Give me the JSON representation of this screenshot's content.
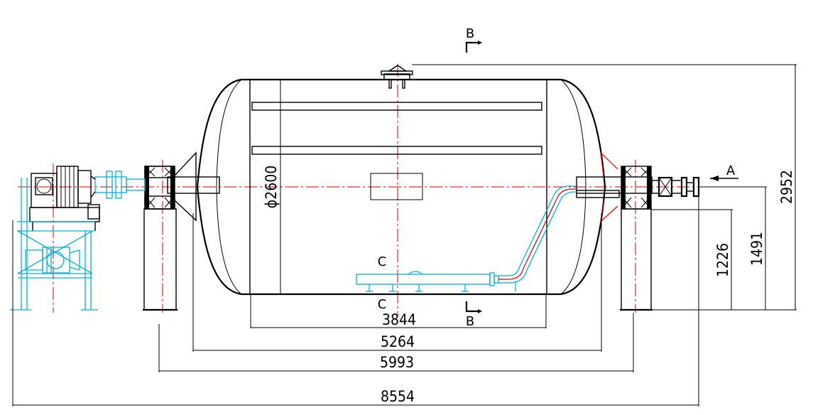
{
  "dimensions": {
    "inner_length": "3844",
    "shell_length": "5264",
    "support_span": "5993",
    "overall_length": "8554",
    "diameter": "ϕ2600",
    "axis_height": "1226",
    "motor_height": "1491",
    "total_height": "2952"
  },
  "section_labels": {
    "b_top": "B",
    "b_bottom": "B",
    "a": "A",
    "c_top": "C",
    "c_bottom": "C"
  },
  "colors": {
    "outline": "#000000",
    "centerline": "#d40000",
    "piping": "#00b4d8"
  }
}
